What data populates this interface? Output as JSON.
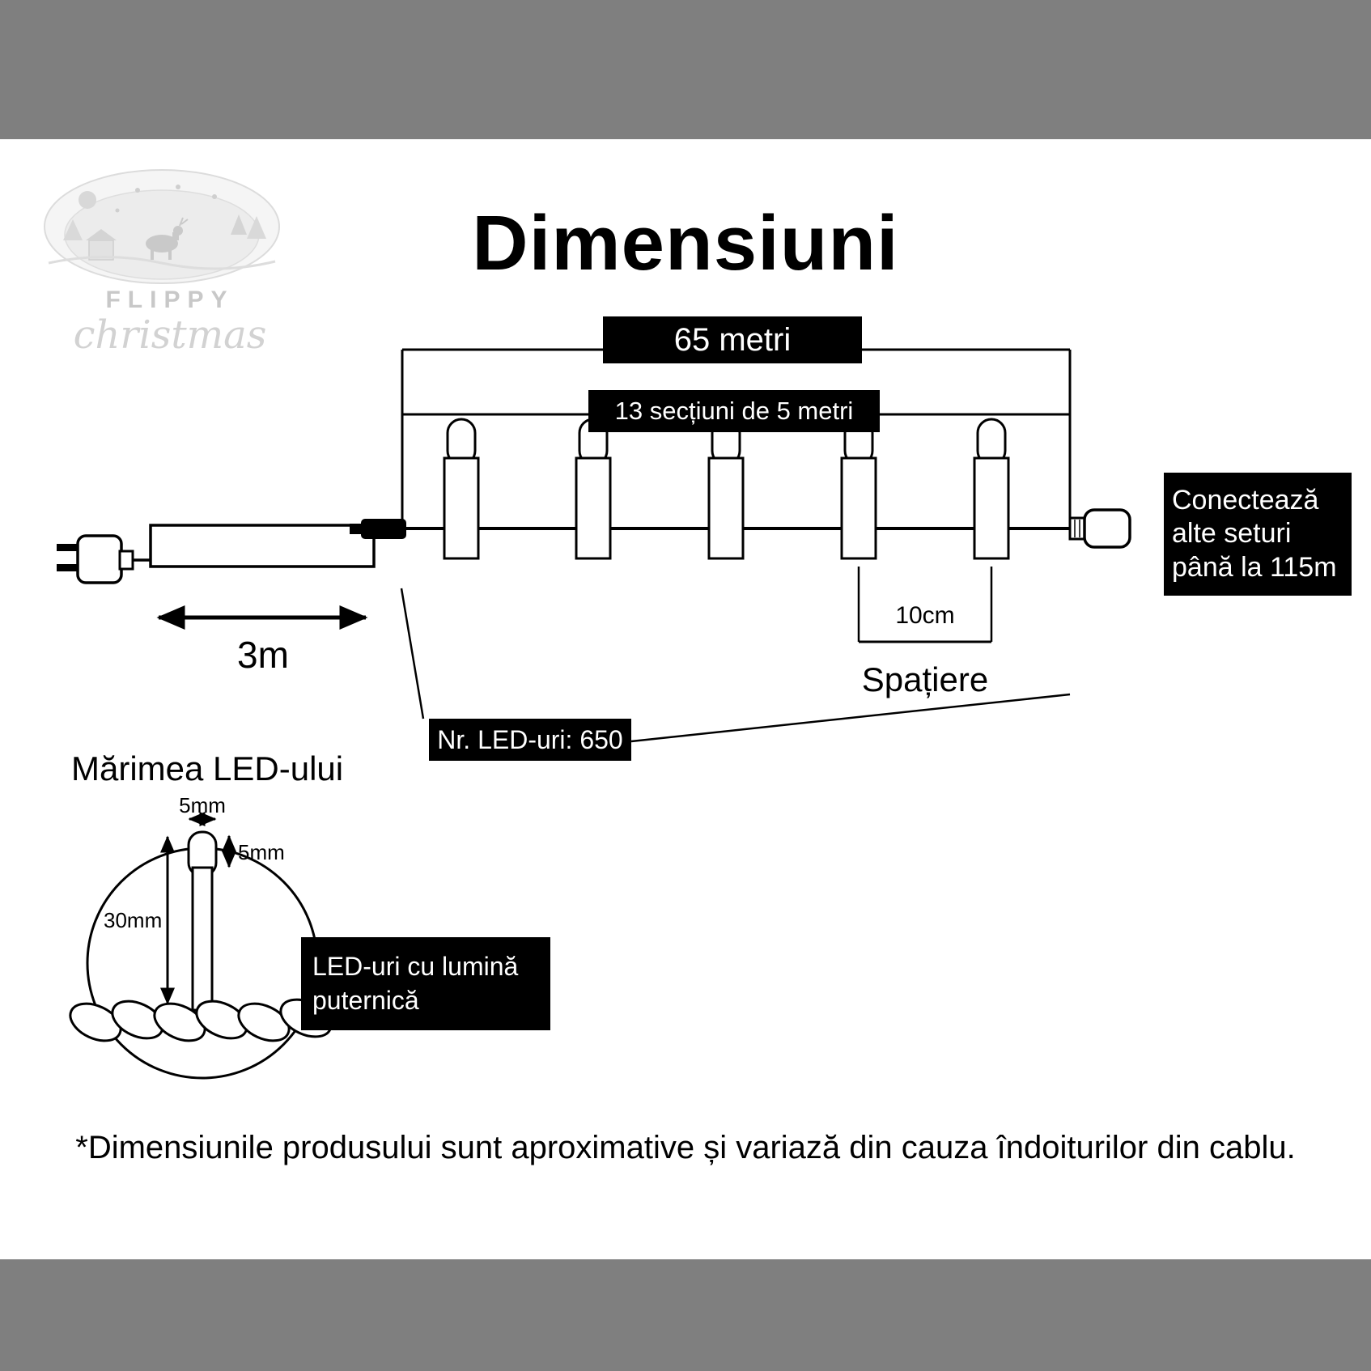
{
  "colors": {
    "band_gray": "#7f7f7f",
    "box_black": "#000000",
    "text_white": "#ffffff",
    "logo_gray": "#c8c8c8"
  },
  "logo": {
    "brand": "FLIPPY",
    "script": "christmas"
  },
  "title": "Dimensiuni",
  "diagram": {
    "total_length_label": "65 metri",
    "sections_label": "13 secțiuni de 5 metri",
    "lead_length_label": "3m",
    "spacing_value": "10cm",
    "spacing_label": "Spațiere",
    "led_count_label": "Nr. LED-uri: 650",
    "connect_label": "Conectează alte seturi până la 115m",
    "led_count_on_string": 5
  },
  "led_size": {
    "heading": "Mărimea LED-ului",
    "bulb_width": "5mm",
    "bulb_height": "5mm",
    "bulb_total_height": "30mm",
    "note": "LED-uri cu lumină puternică"
  },
  "footnote": "*Dimensiunile produsului sunt aproximative și variază din cauza îndoiturilor din cablu."
}
